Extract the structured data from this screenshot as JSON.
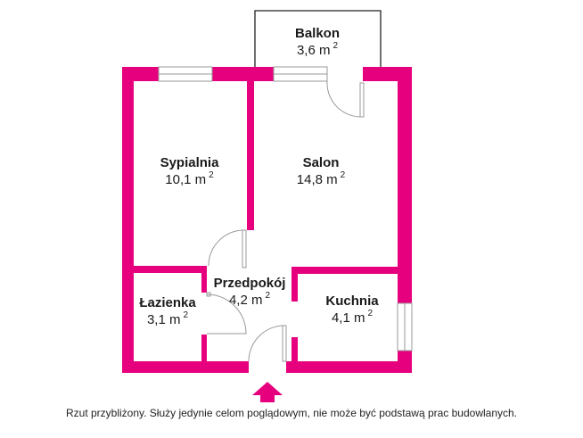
{
  "colors": {
    "wall": "#e6007e",
    "line": "#9a9a9a",
    "balcony_line": "#222222",
    "text": "#1a1a1a"
  },
  "rooms": [
    {
      "id": "balkon",
      "name": "Balkon",
      "area": "3,6 m",
      "unit_sup": "2"
    },
    {
      "id": "sypialnia",
      "name": "Sypialnia",
      "area": "10,1 m",
      "unit_sup": "2"
    },
    {
      "id": "salon",
      "name": "Salon",
      "area": "14,8 m",
      "unit_sup": "2"
    },
    {
      "id": "przedpokoj",
      "name": "Przedpokój",
      "area": "4,2 m",
      "unit_sup": "2"
    },
    {
      "id": "lazienka",
      "name": "Łazienka",
      "area": "3,1 m",
      "unit_sup": "2"
    },
    {
      "id": "kuchnia",
      "name": "Kuchnia",
      "area": "4,1 m",
      "unit_sup": "2"
    }
  ],
  "entrance_icon": "up-arrow-icon",
  "caption": "Rzut przybliżony. Służy jedynie celom poglądowym, nie może być podstawą prac budowlanych."
}
